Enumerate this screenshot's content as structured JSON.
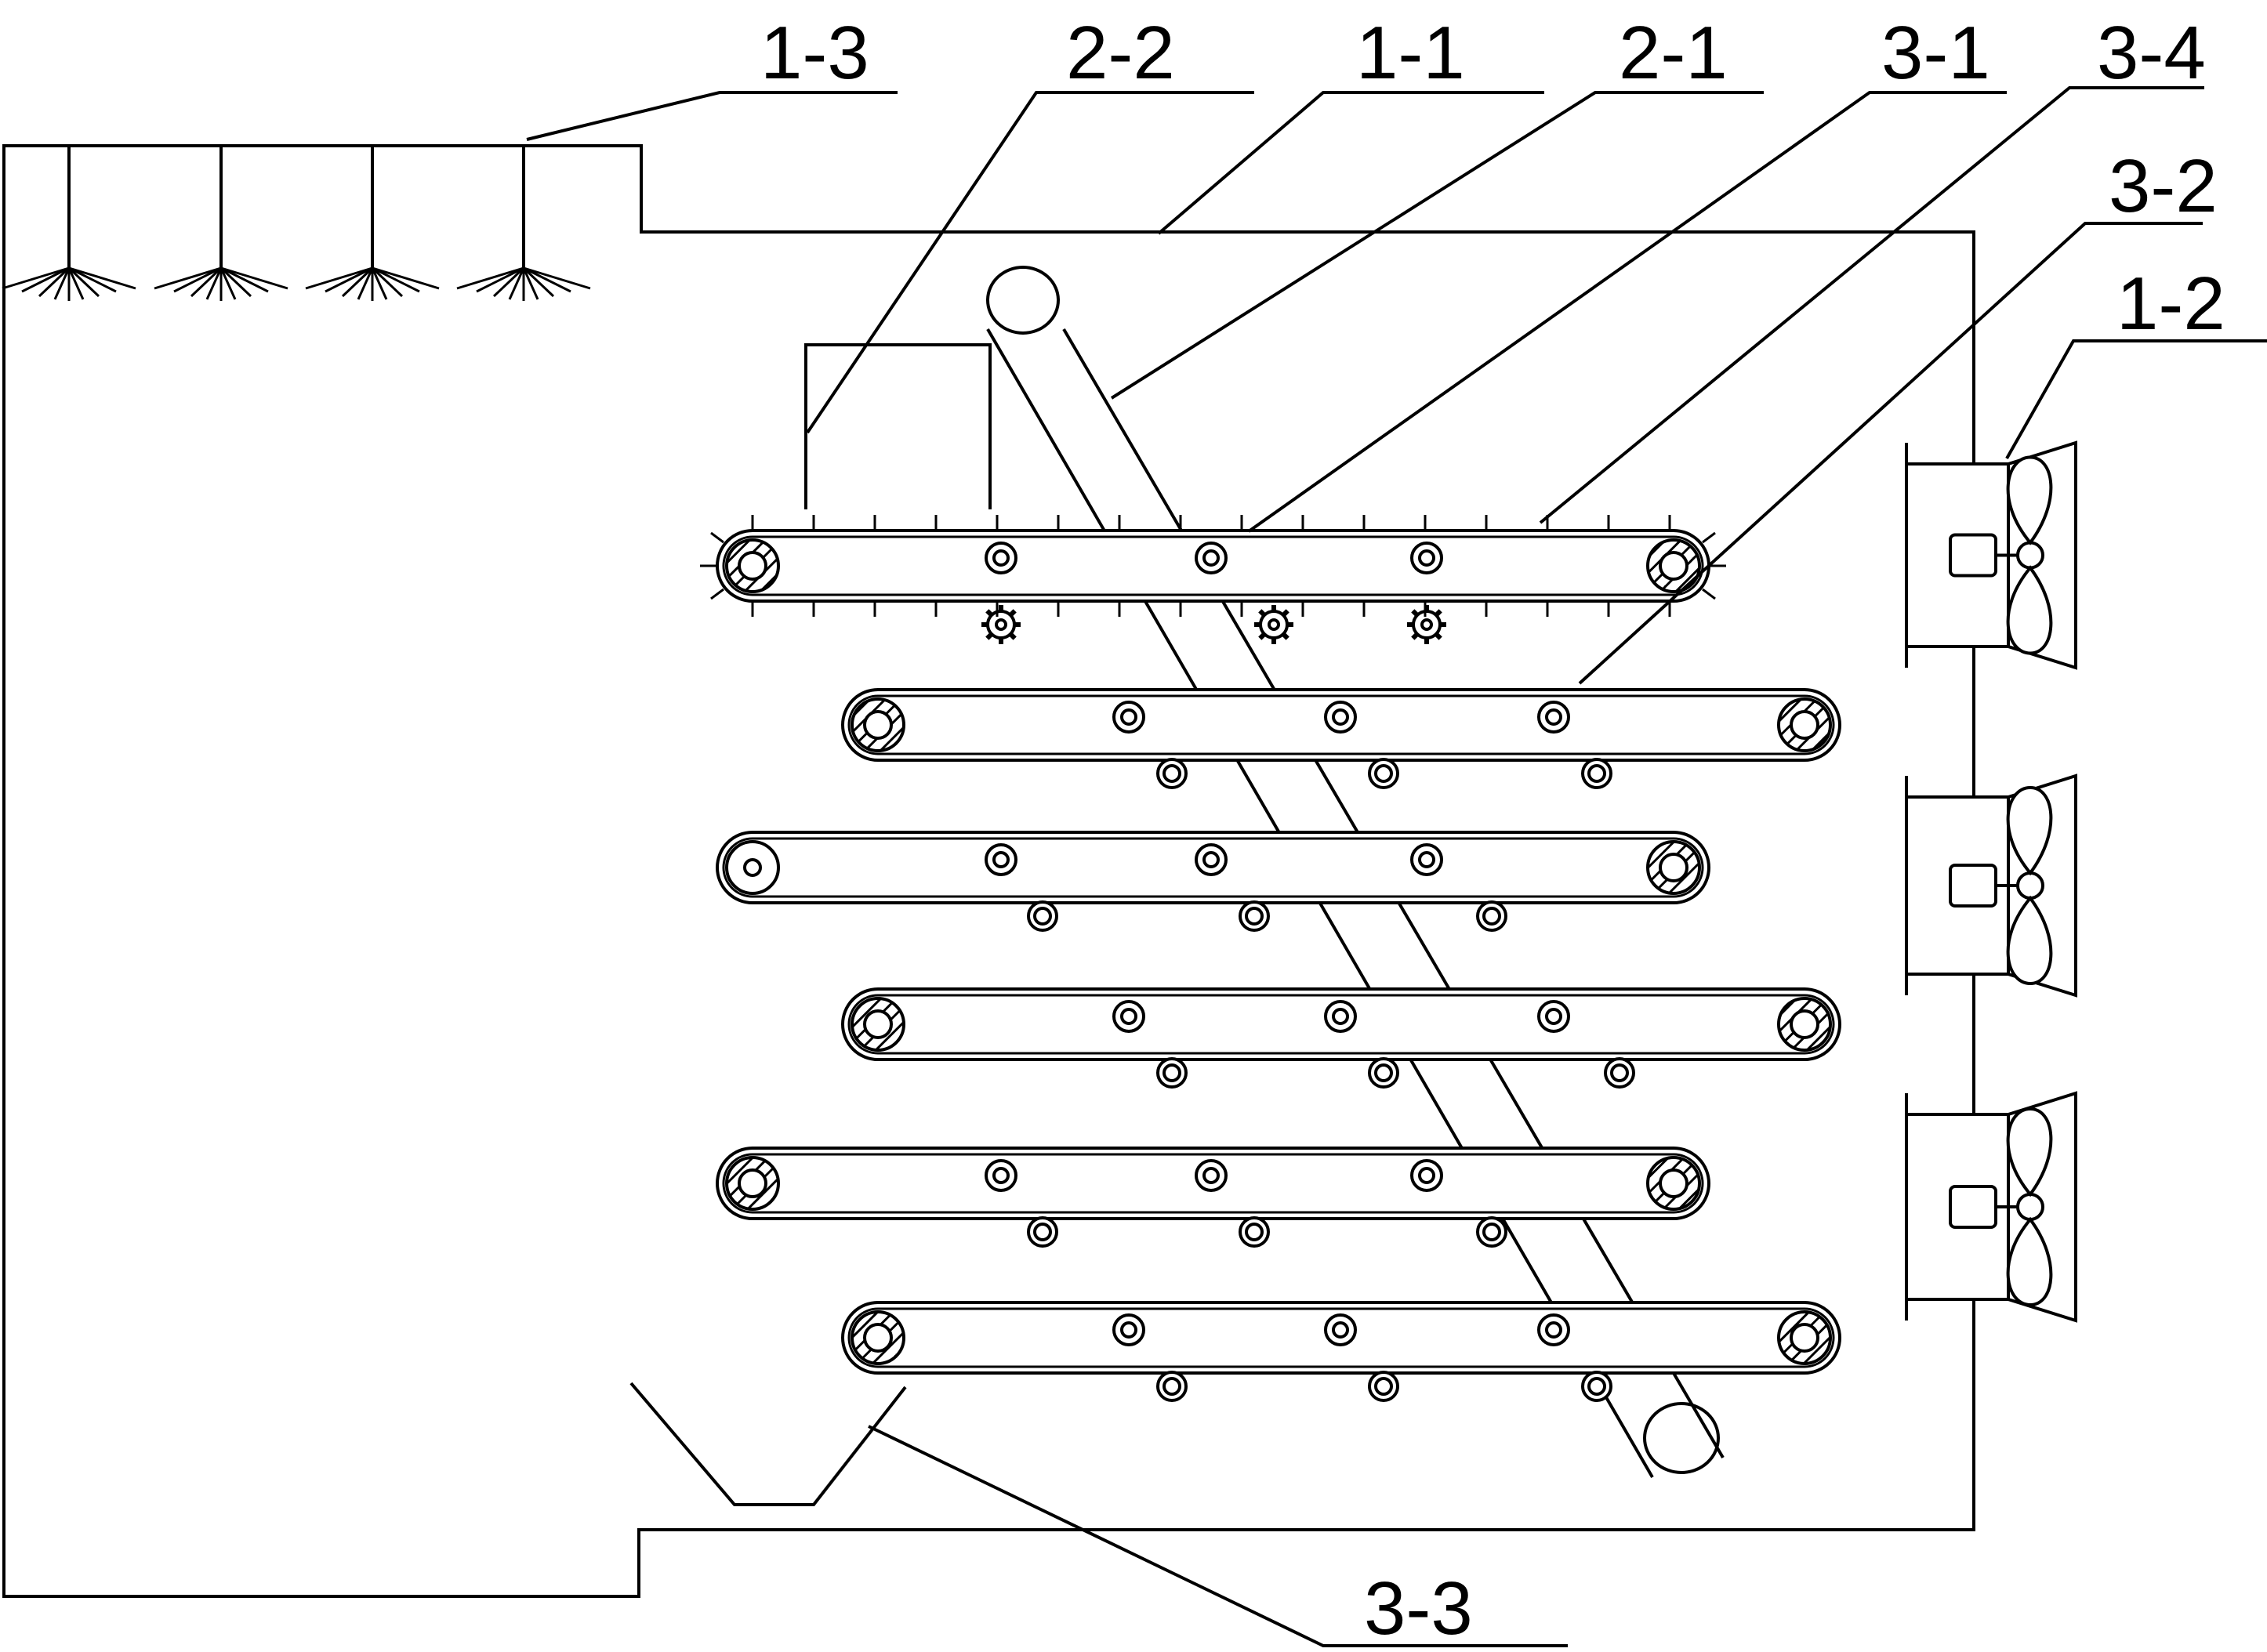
{
  "labels": {
    "l13": "1-3",
    "l22": "2-2",
    "l11": "1-1",
    "l21": "2-1",
    "l31": "3-1",
    "l34": "3-4",
    "l32": "3-2",
    "l12": "1-2",
    "l33": "3-3"
  },
  "colors": {
    "line": "#000000",
    "background": "#ffffff"
  }
}
